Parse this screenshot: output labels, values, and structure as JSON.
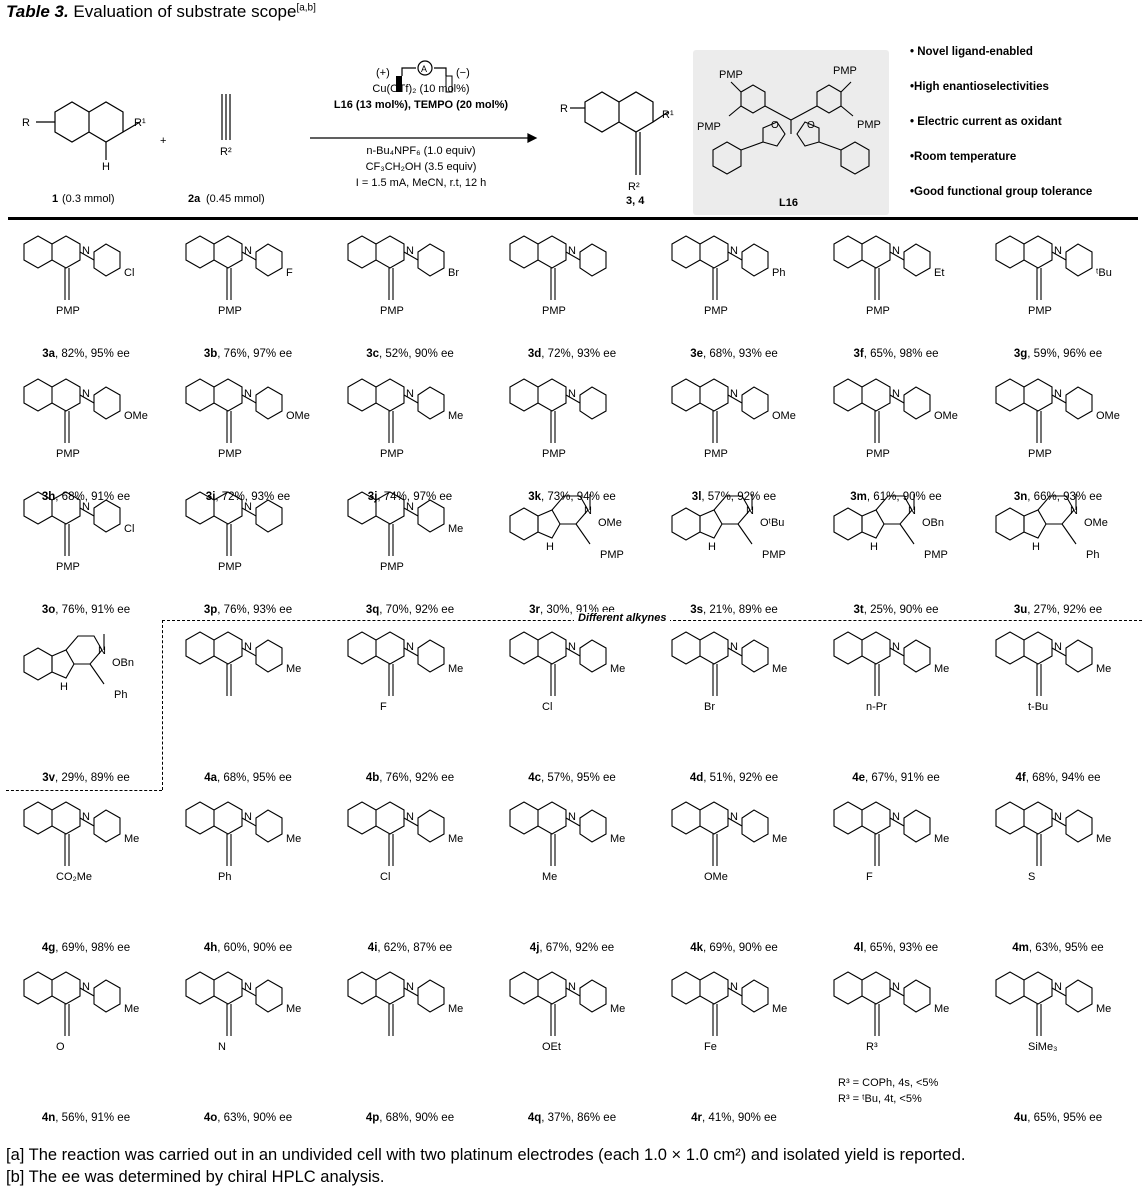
{
  "title": {
    "prefix": "Table 3.",
    "text": "Evaluation of substrate scope",
    "note": "[a,b]"
  },
  "scheme": {
    "sm1_label": "1",
    "sm1_amount": "(0.3 mmol)",
    "sm2_label": "2a",
    "sm2_amount": "(0.45 mmol)",
    "plus": "+",
    "anode": "(+)",
    "cathode": "(−)",
    "meter": "A",
    "cond1": "Cu(OTf)₂ (10 mol%)",
    "cond2": "L16 (13 mol%), TEMPO (20 mol%)",
    "cond3": "n-Bu₄NPF₆ (1.0 equiv)",
    "cond4": "CF₃CH₂OH (3.5 equiv)",
    "cond5": "I = 1.5 mA, MeCN, r.t, 12 h",
    "product_label": "3, 4",
    "R": "R",
    "R1": "R¹",
    "R2": "R²",
    "N": "N",
    "H": "H",
    "ligand_label": "L16",
    "PMP": "PMP",
    "O": "O"
  },
  "bullets": [
    "• Novel ligand-enabled",
    "•High enantioselectivities",
    "• Electric current as oxidant",
    "•Room temperature",
    "•Good functional group tolerance"
  ],
  "divider": "Different alkynes",
  "compounds": [
    {
      "id": "3a",
      "data": ", 82%, 95% ee",
      "alkyne": "PMP",
      "sub": "Cl"
    },
    {
      "id": "3b",
      "data": ", 76%, 97% ee",
      "alkyne": "PMP",
      "sub": "F"
    },
    {
      "id": "3c",
      "data": ", 52%, 90% ee",
      "alkyne": "PMP",
      "sub": "Br"
    },
    {
      "id": "3d",
      "data": ", 72%, 93% ee",
      "alkyne": "PMP",
      "sub": ""
    },
    {
      "id": "3e",
      "data": ",  68%, 93% ee",
      "alkyne": "PMP",
      "sub": "Ph"
    },
    {
      "id": "3f",
      "data": ",  65%, 98% ee",
      "alkyne": "PMP",
      "sub": "Et"
    },
    {
      "id": "3g",
      "data": ", 59%, 96% ee",
      "alkyne": "PMP",
      "sub": "ᵗBu"
    },
    {
      "id": "3h",
      "data": ", 68%, 91% ee",
      "alkyne": "PMP",
      "sub": "OMe"
    },
    {
      "id": "3i",
      "data": ", 72%, 93% ee",
      "alkyne": "PMP",
      "sub": "OMe"
    },
    {
      "id": "3j",
      "data": ", 74%, 97% ee",
      "alkyne": "PMP",
      "sub": "Me"
    },
    {
      "id": "3k",
      "data": ", 73%, 94% ee",
      "alkyne": "PMP",
      "sub": ""
    },
    {
      "id": "3l",
      "data": ", 57%, 92% ee",
      "alkyne": "PMP",
      "sub": "OMe"
    },
    {
      "id": "3m",
      "data": ", 61%, 90% ee",
      "alkyne": "PMP",
      "sub": "OMe"
    },
    {
      "id": "3n",
      "data": ", 66%, 93% ee",
      "alkyne": "PMP",
      "sub": "OMe"
    },
    {
      "id": "3o",
      "data": ", 76%, 91% ee",
      "alkyne": "PMP",
      "sub": "Cl"
    },
    {
      "id": "3p",
      "data": ", 76%, 93% ee",
      "alkyne": "PMP",
      "sub": ""
    },
    {
      "id": "3q",
      "data": ", 70%, 92% ee",
      "alkyne": "PMP",
      "sub": "Me"
    },
    {
      "id": "3r",
      "data": ", 30%, 91% ee",
      "alkyne": "PMP",
      "sub": "OMe"
    },
    {
      "id": "3s",
      "data": ", 21%, 89% ee",
      "alkyne": "PMP",
      "sub": "OᵗBu"
    },
    {
      "id": "3t",
      "data": ", 25%, 90% ee",
      "alkyne": "PMP",
      "sub": "OBn"
    },
    {
      "id": "3u",
      "data": ",  27%, 92% ee",
      "alkyne": "Ph",
      "sub": "OMe"
    },
    {
      "id": "3v",
      "data": ", 29%, 89% ee",
      "alkyne": "Ph",
      "sub": "OBn"
    },
    {
      "id": "4a",
      "data": ", 68%, 95% ee",
      "alkyne": "",
      "sub": "Me"
    },
    {
      "id": "4b",
      "data": ", 76%, 92% ee",
      "alkyne": "F",
      "sub": "Me"
    },
    {
      "id": "4c",
      "data": ", 57%, 95% ee",
      "alkyne": "Cl",
      "sub": "Me"
    },
    {
      "id": "4d",
      "data": ", 51%, 92% ee",
      "alkyne": "Br",
      "sub": "Me"
    },
    {
      "id": "4e",
      "data": ", 67%, 91% ee",
      "alkyne": "n-Pr",
      "sub": "Me"
    },
    {
      "id": "4f",
      "data": ", 68%, 94% ee",
      "alkyne": "t-Bu",
      "sub": "Me"
    },
    {
      "id": "4g",
      "data": ", 69%, 98% ee",
      "alkyne": "CO₂Me",
      "sub": "Me"
    },
    {
      "id": "4h",
      "data": ", 60%, 90% ee",
      "alkyne": "Ph",
      "sub": "Me"
    },
    {
      "id": "4i",
      "data": ", 62%, 87% ee",
      "alkyne": "Cl",
      "sub": "Me"
    },
    {
      "id": "4j",
      "data": ", 67%, 92% ee",
      "alkyne": "Me",
      "sub": "Me"
    },
    {
      "id": "4k",
      "data": ", 69%, 90% ee",
      "alkyne": "OMe",
      "sub": "Me"
    },
    {
      "id": "4l",
      "data": ", 65%, 93% ee",
      "alkyne": "F",
      "sub": "Me"
    },
    {
      "id": "4m",
      "data": ", 63%, 95% ee",
      "alkyne": "S",
      "sub": "Me"
    },
    {
      "id": "4n",
      "data": ", 56%, 91% ee",
      "alkyne": "O",
      "sub": "Me"
    },
    {
      "id": "4o",
      "data": ", 63%, 90% ee",
      "alkyne": "N",
      "sub": "Me"
    },
    {
      "id": "4p",
      "data": ", 68%, 90% ee",
      "alkyne": "",
      "sub": "Me"
    },
    {
      "id": "4q",
      "data": ", 37%, 86% ee",
      "alkyne": "OEt",
      "sub": "Me"
    },
    {
      "id": "4r",
      "data": ", 41%, 90% ee",
      "alkyne": "Fe",
      "sub": "Me"
    },
    {
      "id": "4s4t",
      "data": "",
      "alkyne": "R³",
      "sub": "Me"
    },
    {
      "id": "4u",
      "data": ", 65%, 95% ee",
      "alkyne": "SiMe₃",
      "sub": "Me"
    }
  ],
  "notes_4s4t": [
    "R³ = COPh, 4s, <5%",
    "R³ = ᵗBu, 4t, <5%"
  ],
  "footnotes": [
    "[a] The reaction was carried out in an undivided cell with two platinum electrodes (each 1.0 × 1.0 cm²) and isolated yield is reported.",
    "[b] The ee was determined by chiral HPLC analysis."
  ]
}
